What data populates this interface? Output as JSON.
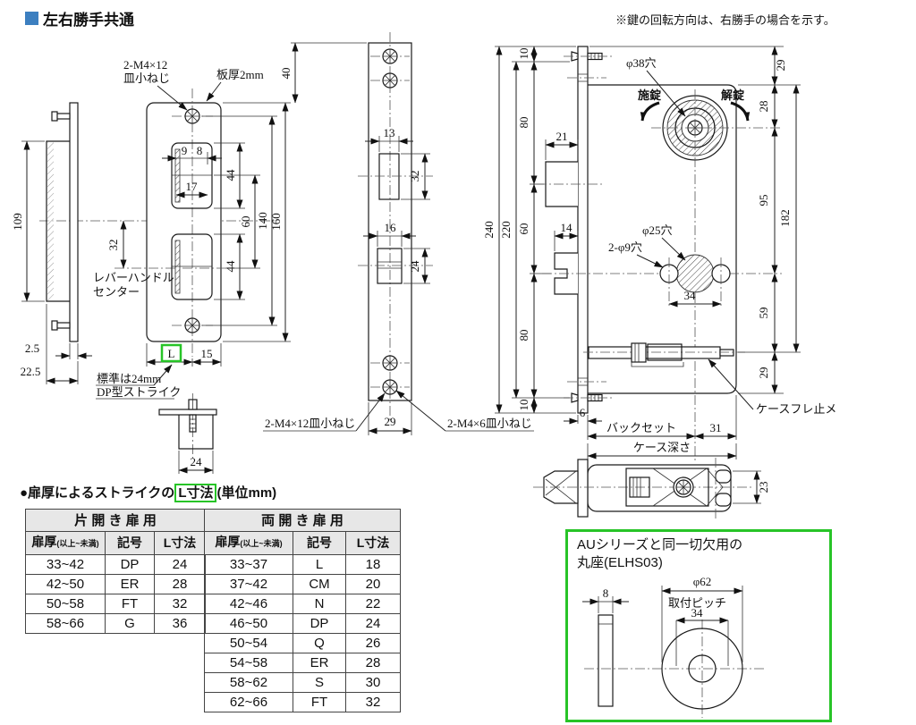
{
  "header": {
    "title": "左右勝手共通",
    "note": "※鍵の回転方向は、右勝手の場合を示す。"
  },
  "colors": {
    "accent_blue": "#3c7fc0",
    "highlight_green": "#27c427"
  },
  "strike_side": {
    "height": "109",
    "flange_thickness": "2.5",
    "depth": "22.5"
  },
  "strike_front": {
    "screw_note_line1": "2-M4×12",
    "screw_note_line2": "皿小ねじ",
    "thickness_note": "板厚2mm",
    "w_left": "9",
    "w_right": "8",
    "w_opening": "17",
    "h_cutout_top": "44",
    "h_cutout_bottom": "44",
    "pitch": "60",
    "h_screws": "140",
    "h_plate": "160",
    "offset_top": "40",
    "lever_offset": "32",
    "lever_note_line1": "レバーハンドル",
    "lever_note_line2": "センター",
    "l_mark": "L",
    "w_right_edge": "15",
    "standard_note_line1": "標準は24mm",
    "standard_note_line2": "DP型ストライク",
    "dust_box_width": "24"
  },
  "face_plate": {
    "hole1_w": "13",
    "hole1_h": "32",
    "hole2_w": "16",
    "hole2_h": "24",
    "width": "29",
    "screw_note_m4x12": "2-M4×12皿小ねじ",
    "screw_note_m4x6": "2-M4×6皿小ねじ"
  },
  "lock_case": {
    "edge_top": "10",
    "screw_to_deadbolt": "80",
    "deadbolt_to_latch": "60",
    "latch_to_screw": "80",
    "edge_bottom": "10",
    "screw_pitch": "220",
    "height": "240",
    "deadbolt_w": "21",
    "latch_w": "14",
    "plate_w": "6",
    "top_margin": "29",
    "cyl_offset": "28",
    "cyl_to_hub": "95",
    "case_height": "182",
    "hub_to_bottom": "59",
    "bottom_margin": "29",
    "hole38": "φ38穴",
    "lock_label": "施錠",
    "unlock_label": "解錠",
    "hole25": "φ25穴",
    "hole9": "2-φ9穴",
    "hub_pitch": "34",
    "backset_label": "バックセット",
    "d31": "31",
    "case_depth_label": "ケース深さ",
    "stay_label": "ケースフレ止メ",
    "case_w": "23"
  },
  "l_table_section": {
    "heading_prefix": "●扉厚によるストライクの",
    "heading_highlight": "L寸法",
    "heading_suffix": "(単位mm)",
    "tables": [
      {
        "title": "片 開 き 扉 用",
        "col_door": "扉厚",
        "col_door_sub": "(以上~未満)",
        "col_symbol": "記号",
        "col_l": "L寸法",
        "rows": [
          [
            "33~42",
            "DP",
            "24"
          ],
          [
            "42~50",
            "ER",
            "28"
          ],
          [
            "50~58",
            "FT",
            "32"
          ],
          [
            "58~66",
            "G",
            "36"
          ]
        ]
      },
      {
        "title": "両 開 き 扉 用",
        "col_door": "扉厚",
        "col_door_sub": "(以上~未満)",
        "col_symbol": "記号",
        "col_l": "L寸法",
        "rows": [
          [
            "33~37",
            "L",
            "18"
          ],
          [
            "37~42",
            "CM",
            "20"
          ],
          [
            "42~46",
            "N",
            "22"
          ],
          [
            "46~50",
            "DP",
            "24"
          ],
          [
            "50~54",
            "Q",
            "26"
          ],
          [
            "54~58",
            "ER",
            "28"
          ],
          [
            "58~62",
            "S",
            "30"
          ],
          [
            "62~66",
            "FT",
            "32"
          ]
        ]
      }
    ]
  },
  "round_seat": {
    "title_line1": "AUシリーズと同一切欠用の",
    "title_line2": "丸座(ELHS03)",
    "diameter": "φ62",
    "pitch_label": "取付ピッチ",
    "pitch": "34",
    "thickness": "8"
  }
}
